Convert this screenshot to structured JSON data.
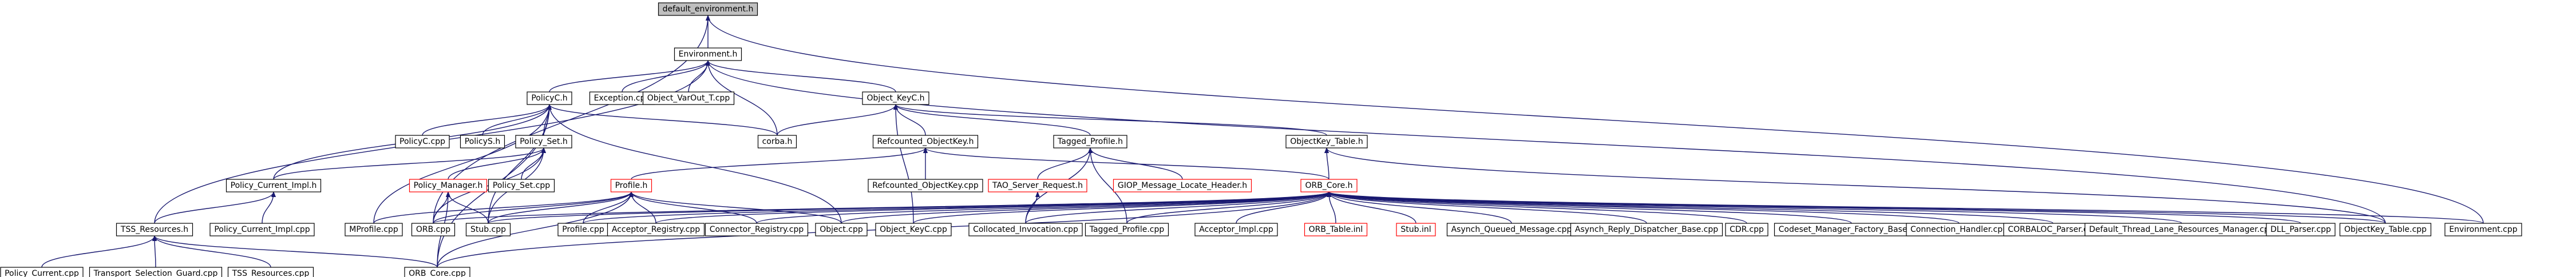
{
  "graph": {
    "type": "include-dependency-graph",
    "colors": {
      "edge": "#191970",
      "root_fill": "#bfbfbf",
      "node_fill": "#ffffff",
      "node_border": "#000000",
      "undocumented_border": "#ff0000"
    },
    "nodes": [
      {
        "id": "default_environment",
        "label": "default_environment.h",
        "style": "root"
      },
      {
        "id": "Environment",
        "label": "Environment.h"
      },
      {
        "id": "PolicyC",
        "label": "PolicyC.h"
      },
      {
        "id": "ExceptionCpp",
        "label": "Exception.cpp"
      },
      {
        "id": "ObjectVarOut",
        "label": "Object_VarOut_T.cpp"
      },
      {
        "id": "ObjectKeyC",
        "label": "Object_KeyC.h"
      },
      {
        "id": "PolicyCcpp",
        "label": "PolicyC.cpp"
      },
      {
        "id": "PolicySh",
        "label": "PolicyS.h"
      },
      {
        "id": "PolicySet",
        "label": "Policy_Set.h"
      },
      {
        "id": "corba",
        "label": "corba.h"
      },
      {
        "id": "RefcountedObjectKey",
        "label": "Refcounted_ObjectKey.h"
      },
      {
        "id": "TaggedProfile",
        "label": "Tagged_Profile.h"
      },
      {
        "id": "ObjectKeyTable",
        "label": "ObjectKey_Table.h"
      },
      {
        "id": "PolicyCurrentImpl",
        "label": "Policy_Current_Impl.h"
      },
      {
        "id": "PolicyManager",
        "label": "Policy_Manager.h",
        "style": "red"
      },
      {
        "id": "PolicySetCpp",
        "label": "Policy_Set.cpp"
      },
      {
        "id": "Profile",
        "label": "Profile.h",
        "style": "red"
      },
      {
        "id": "RefcountedObjectKeyCpp",
        "label": "Refcounted_ObjectKey.cpp"
      },
      {
        "id": "TAOServerRequest",
        "label": "TAO_Server_Request.h",
        "style": "red"
      },
      {
        "id": "GIOPMessage",
        "label": "GIOP_Message_Locate_Header.h",
        "style": "red"
      },
      {
        "id": "ORBCore",
        "label": "ORB_Core.h",
        "style": "red"
      },
      {
        "id": "TSSResources",
        "label": "TSS_Resources.h"
      },
      {
        "id": "PolicyCurrentImplCpp",
        "label": "Policy_Current_Impl.cpp"
      },
      {
        "id": "MProfile",
        "label": "MProfile.cpp"
      },
      {
        "id": "ORBcpp",
        "label": "ORB.cpp"
      },
      {
        "id": "StubCpp",
        "label": "Stub.cpp"
      },
      {
        "id": "ProfileCpp",
        "label": "Profile.cpp"
      },
      {
        "id": "AcceptorRegistry",
        "label": "Acceptor_Registry.cpp"
      },
      {
        "id": "ConnectorRegistry",
        "label": "Connector_Registry.cpp"
      },
      {
        "id": "ObjectCpp",
        "label": "Object.cpp"
      },
      {
        "id": "ObjectKeyCCpp",
        "label": "Object_KeyC.cpp"
      },
      {
        "id": "CollocatedInvocation",
        "label": "Collocated_Invocation.cpp"
      },
      {
        "id": "TaggedProfileCpp",
        "label": "Tagged_Profile.cpp"
      },
      {
        "id": "AcceptorImpl",
        "label": "Acceptor_Impl.cpp"
      },
      {
        "id": "ORBTable",
        "label": "ORB_Table.inl",
        "style": "red"
      },
      {
        "id": "StubInl",
        "label": "Stub.inl",
        "style": "red"
      },
      {
        "id": "AsynchQueued",
        "label": "Asynch_Queued_Message.cpp"
      },
      {
        "id": "AsynchReply",
        "label": "Asynch_Reply_Dispatcher_Base.cpp"
      },
      {
        "id": "CDRcpp",
        "label": "CDR.cpp"
      },
      {
        "id": "CodesetManager",
        "label": "Codeset_Manager_Factory_Base.cpp"
      },
      {
        "id": "ConnectionHandler",
        "label": "Connection_Handler.cpp"
      },
      {
        "id": "CORBALOC",
        "label": "CORBALOC_Parser.cpp"
      },
      {
        "id": "DefaultThreadLane",
        "label": "Default_Thread_Lane_Resources_Manager.cpp"
      },
      {
        "id": "DLLParser",
        "label": "DLL_Parser.cpp"
      },
      {
        "id": "ObjectKeyTableCpp",
        "label": "ObjectKey_Table.cpp"
      },
      {
        "id": "EnvironmentCpp",
        "label": "Environment.cpp"
      },
      {
        "id": "PolicyCurrentCpp",
        "label": "Policy_Current.cpp"
      },
      {
        "id": "TransportSelectionGuard",
        "label": "Transport_Selection_Guard.cpp"
      },
      {
        "id": "TSSResourcesCpp",
        "label": "TSS_Resources.cpp"
      },
      {
        "id": "ORBCoreCpp",
        "label": "ORB_Core.cpp"
      }
    ],
    "edges": [
      [
        "Environment",
        "default_environment"
      ],
      [
        "EnvironmentCpp",
        "default_environment"
      ],
      [
        "ORBcpp",
        "default_environment"
      ],
      [
        "PolicyC",
        "Environment"
      ],
      [
        "ExceptionCpp",
        "Environment"
      ],
      [
        "ObjectVarOut",
        "Environment"
      ],
      [
        "corba",
        "Environment"
      ],
      [
        "ObjectKeyC",
        "Environment"
      ],
      [
        "ObjectKeyTableCpp",
        "Environment"
      ],
      [
        "TSSResources",
        "Environment"
      ],
      [
        "PolicyCcpp",
        "PolicyC"
      ],
      [
        "PolicySh",
        "PolicyC"
      ],
      [
        "PolicySet",
        "PolicyC"
      ],
      [
        "corba",
        "PolicyC"
      ],
      [
        "PolicyCurrentImpl",
        "PolicyC"
      ],
      [
        "ORBCoreCpp",
        "PolicyC"
      ],
      [
        "ObjectCpp",
        "PolicyC"
      ],
      [
        "StubCpp",
        "PolicyC"
      ],
      [
        "MProfile",
        "PolicyC"
      ],
      [
        "corba",
        "ObjectKeyC"
      ],
      [
        "RefcountedObjectKey",
        "ObjectKeyC"
      ],
      [
        "TaggedProfile",
        "ObjectKeyC"
      ],
      [
        "ObjectKeyTable",
        "ObjectKeyC"
      ],
      [
        "ObjectKeyCCpp",
        "ObjectKeyC"
      ],
      [
        "PolicyManager",
        "PolicySet"
      ],
      [
        "PolicySetCpp",
        "PolicySet"
      ],
      [
        "PolicyCurrentImpl",
        "PolicySet"
      ],
      [
        "StubCpp",
        "PolicySet"
      ],
      [
        "ORBcpp",
        "PolicySet"
      ],
      [
        "Profile",
        "RefcountedObjectKey"
      ],
      [
        "RefcountedObjectKeyCpp",
        "RefcountedObjectKey"
      ],
      [
        "ORBCore",
        "RefcountedObjectKey"
      ],
      [
        "TAOServerRequest",
        "TaggedProfile"
      ],
      [
        "GIOPMessage",
        "TaggedProfile"
      ],
      [
        "TaggedProfileCpp",
        "TaggedProfile"
      ],
      [
        "CollocatedInvocation",
        "TaggedProfile"
      ],
      [
        "ORBCore",
        "ObjectKeyTable"
      ],
      [
        "ObjectKeyTableCpp",
        "ObjectKeyTable"
      ],
      [
        "TSSResources",
        "PolicyCurrentImpl"
      ],
      [
        "PolicyCurrentImplCpp",
        "PolicyCurrentImpl"
      ],
      [
        "ORBcpp",
        "PolicyManager"
      ],
      [
        "StubCpp",
        "PolicyManager"
      ],
      [
        "ORBCoreCpp",
        "PolicyManager"
      ],
      [
        "MProfile",
        "Profile"
      ],
      [
        "ORBcpp",
        "Profile"
      ],
      [
        "StubCpp",
        "Profile"
      ],
      [
        "ProfileCpp",
        "Profile"
      ],
      [
        "AcceptorRegistry",
        "Profile"
      ],
      [
        "ConnectorRegistry",
        "Profile"
      ],
      [
        "ObjectCpp",
        "Profile"
      ],
      [
        "ORBCoreCpp",
        "Profile"
      ],
      [
        "CollocatedInvocation",
        "TAOServerRequest"
      ],
      [
        "ORBCoreCpp",
        "ORBCore"
      ],
      [
        "ORBcpp",
        "ORBCore"
      ],
      [
        "StubCpp",
        "ORBCore"
      ],
      [
        "ProfileCpp",
        "ORBCore"
      ],
      [
        "AcceptorRegistry",
        "ORBCore"
      ],
      [
        "ConnectorRegistry",
        "ORBCore"
      ],
      [
        "ObjectCpp",
        "ORBCore"
      ],
      [
        "ObjectKeyCCpp",
        "ORBCore"
      ],
      [
        "CollocatedInvocation",
        "ORBCore"
      ],
      [
        "TaggedProfileCpp",
        "ORBCore"
      ],
      [
        "AcceptorImpl",
        "ORBCore"
      ],
      [
        "ORBTable",
        "ORBCore"
      ],
      [
        "StubInl",
        "ORBCore"
      ],
      [
        "AsynchQueued",
        "ORBCore"
      ],
      [
        "AsynchReply",
        "ORBCore"
      ],
      [
        "CDRcpp",
        "ORBCore"
      ],
      [
        "CodesetManager",
        "ORBCore"
      ],
      [
        "ConnectionHandler",
        "ORBCore"
      ],
      [
        "CORBALOC",
        "ORBCore"
      ],
      [
        "DefaultThreadLane",
        "ORBCore"
      ],
      [
        "DLLParser",
        "ORBCore"
      ],
      [
        "ObjectKeyTableCpp",
        "ORBCore"
      ],
      [
        "EnvironmentCpp",
        "ORBCore"
      ],
      [
        "PolicyCurrentCpp",
        "TSSResources"
      ],
      [
        "TransportSelectionGuard",
        "TSSResources"
      ],
      [
        "TSSResourcesCpp",
        "TSSResources"
      ],
      [
        "ORBCoreCpp",
        "TSSResources"
      ]
    ]
  }
}
